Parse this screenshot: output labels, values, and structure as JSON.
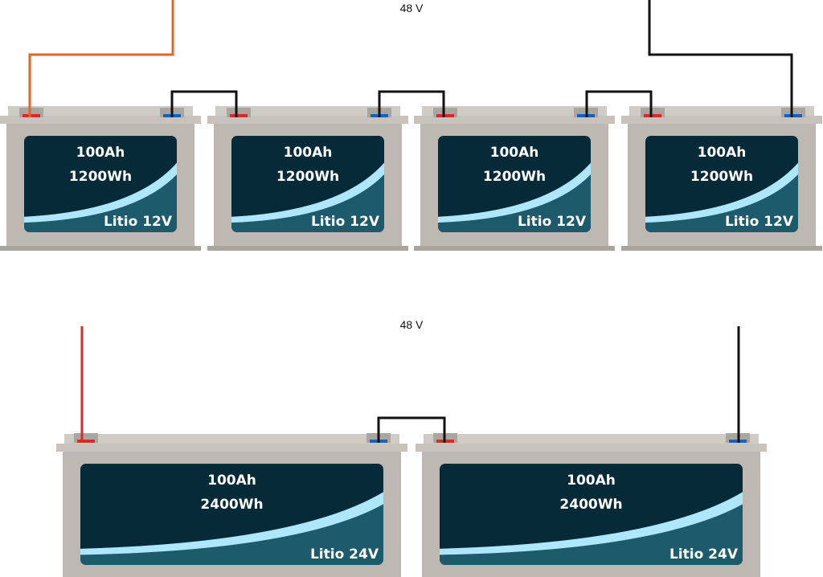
{
  "top_row": {
    "voltage_label": "48 V",
    "batteries": [
      {
        "capacity": "100Ah",
        "energy": "1200Wh",
        "type": "Litio 12V"
      },
      {
        "capacity": "100Ah",
        "energy": "1200Wh",
        "type": "Litio 12V"
      },
      {
        "capacity": "100Ah",
        "energy": "1200Wh",
        "type": "Litio 12V"
      },
      {
        "capacity": "100Ah",
        "energy": "1200Wh",
        "type": "Litio 12V"
      }
    ]
  },
  "bottom_row": {
    "voltage_label": "48 V",
    "batteries": [
      {
        "capacity": "100Ah",
        "energy": "2400Wh",
        "type": "Litio 24V"
      },
      {
        "capacity": "100Ah",
        "energy": "2400Wh",
        "type": "Litio 24V"
      }
    ]
  },
  "colors": {
    "case": "#bdb9b2",
    "case_top": "#cfcbc5",
    "label_dark": "#072a38",
    "label_band": "#1d5a6c",
    "wave": "#aee6fb",
    "positive": "#d92a2a",
    "negative": "#1b5fb8",
    "wire_positive_top": "#e0662a",
    "wire_positive_bottom": "#d92a2a",
    "wire_negative": "#111111"
  }
}
